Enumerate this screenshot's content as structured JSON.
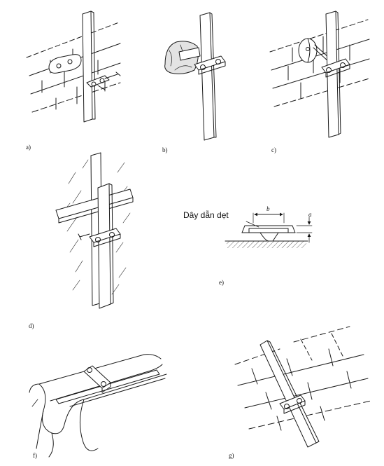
{
  "figure": {
    "panels": [
      {
        "id": "a",
        "label": "a)"
      },
      {
        "id": "b",
        "label": "b)"
      },
      {
        "id": "c",
        "label": "c)"
      },
      {
        "id": "d",
        "label": "d)"
      },
      {
        "id": "e",
        "label": "e)"
      },
      {
        "id": "f",
        "label": "f)"
      },
      {
        "id": "g",
        "label": "g)"
      }
    ],
    "detail_e": {
      "callout": "Dây dẫn dẹt",
      "dim_width": "b",
      "dim_height": "a"
    }
  }
}
